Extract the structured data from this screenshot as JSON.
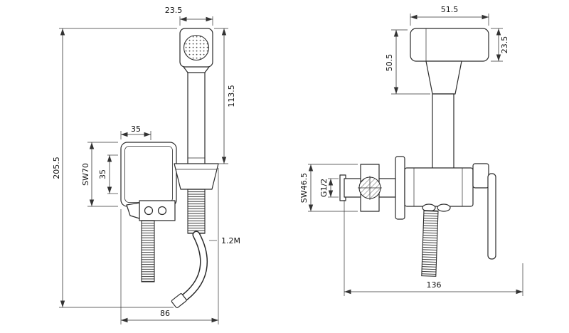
{
  "colors": {
    "line": "#2b2b2b",
    "background": "#ffffff",
    "dimension": "#333333"
  },
  "front": {
    "name": "front-view",
    "dims": {
      "head_width": "23.5",
      "body_height": "113.5",
      "overall_height": "205.5",
      "plate_offset": "35",
      "plate_width_sw": "SW70",
      "plate_inner": "35",
      "hose_length": "1.2M",
      "base_width": "86"
    }
  },
  "side": {
    "name": "side-view",
    "dims": {
      "head_length": "51.5",
      "head_height": "23.5",
      "head_drop": "50.5",
      "valve_sw": "SW46.5",
      "thread": "G1/2",
      "overall_depth": "136"
    }
  }
}
